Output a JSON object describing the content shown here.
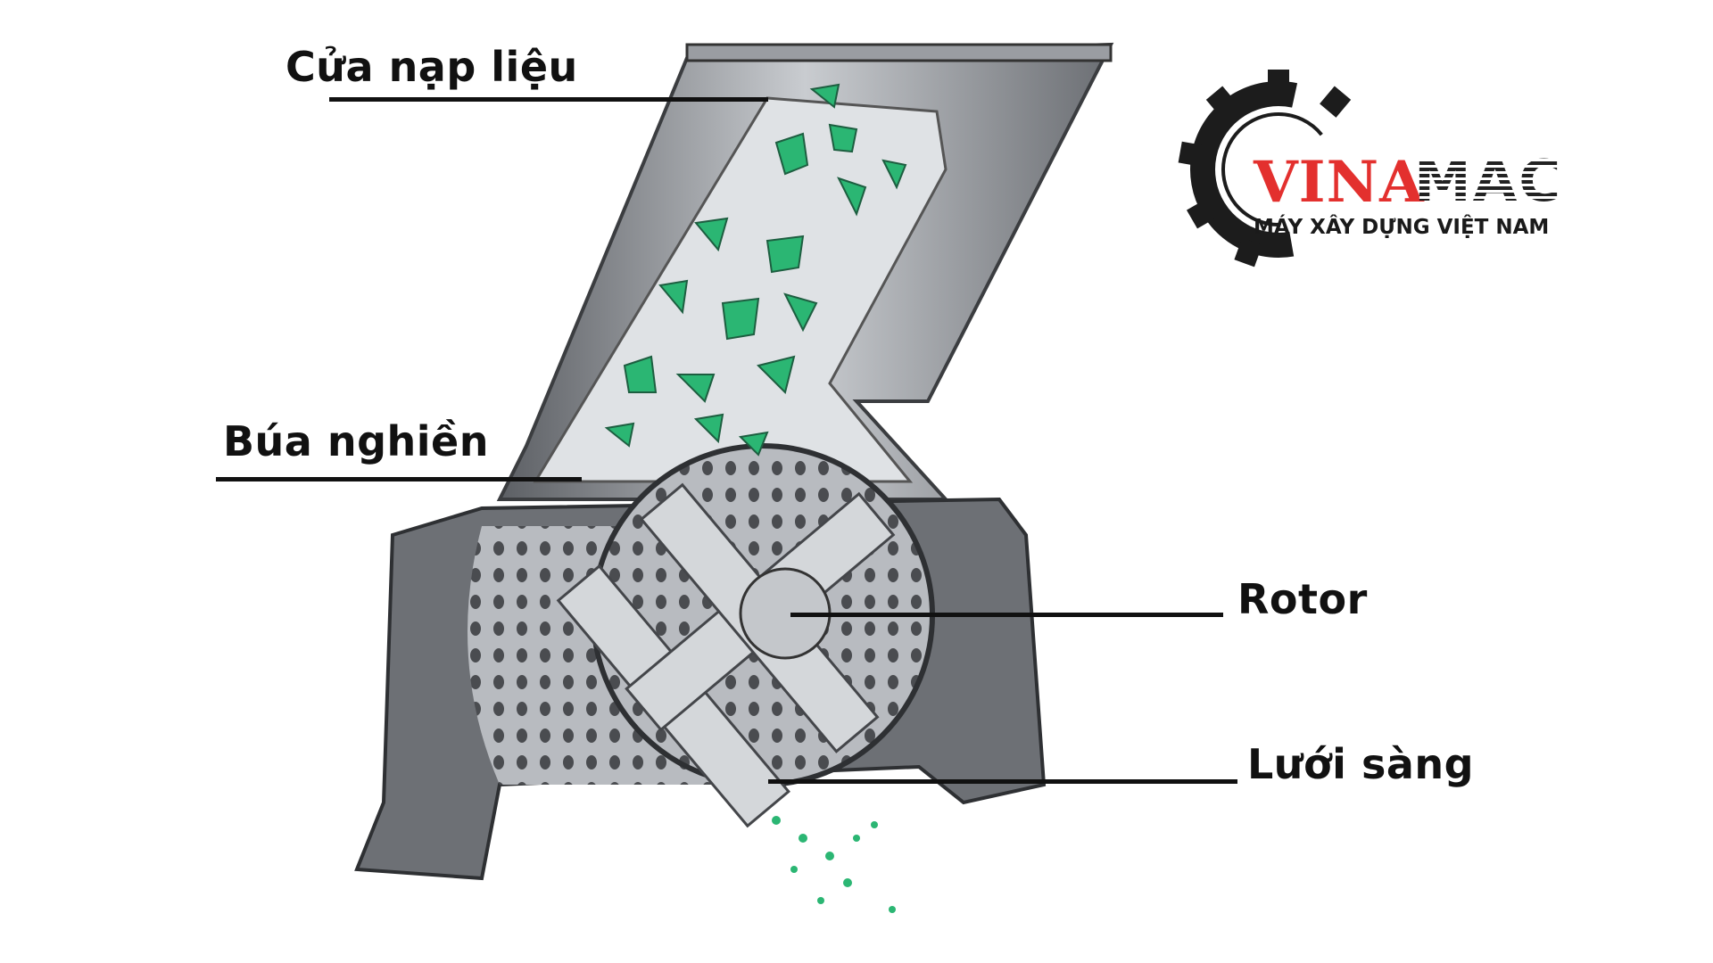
{
  "labels": {
    "feed_inlet": "Cửa nạp liệu",
    "hammer": "Búa nghiền",
    "rotor": "Rotor",
    "screen": "Lưới sàng"
  },
  "logo": {
    "brand_red": "VINA",
    "brand_dark": "MAC",
    "tagline": "MÁY XÂY DỰNG VIỆT NAM"
  },
  "colors": {
    "brand_red": "#e3302e",
    "particle": "#2bb673",
    "metal": "#8a8d92"
  }
}
